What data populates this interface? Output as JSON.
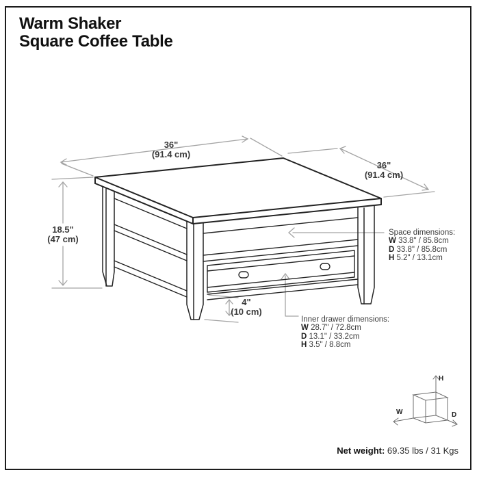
{
  "title": {
    "line1": "Warm Shaker",
    "line2": "Square Coffee Table"
  },
  "dimensions": {
    "top_width": {
      "imperial": "36\"",
      "metric": "(91.4 cm)"
    },
    "top_depth": {
      "imperial": "36\"",
      "metric": "(91.4 cm)"
    },
    "height": {
      "imperial": "18.5\"",
      "metric": "(47 cm)"
    },
    "clearance": {
      "imperial": "4\"",
      "metric": "(10 cm)"
    }
  },
  "space_dimensions": {
    "heading": "Space dimensions:",
    "rows": [
      {
        "label": "W",
        "value": "33.8\" / 85.8cm"
      },
      {
        "label": "D",
        "value": "33.8\" / 85.8cm"
      },
      {
        "label": "H",
        "value": "5.2\" / 13.1cm"
      }
    ]
  },
  "inner_drawer_dimensions": {
    "heading": "Inner drawer dimensions:",
    "rows": [
      {
        "label": "W",
        "value": "28.7\" / 72.8cm"
      },
      {
        "label": "D",
        "value": "13.1\" / 33.2cm"
      },
      {
        "label": "H",
        "value": "3.5\" / 8.8cm"
      }
    ]
  },
  "orientation_cube": {
    "height_label": "H",
    "width_label": "W",
    "depth_label": "D"
  },
  "net_weight": {
    "label": "Net weight:",
    "value": "69.35 lbs / 31 Kgs"
  },
  "colors": {
    "outline": "#232323",
    "dimension_line": "#a3a3a3",
    "text": "#3a3a3a",
    "frame": "#1c1c1c"
  }
}
